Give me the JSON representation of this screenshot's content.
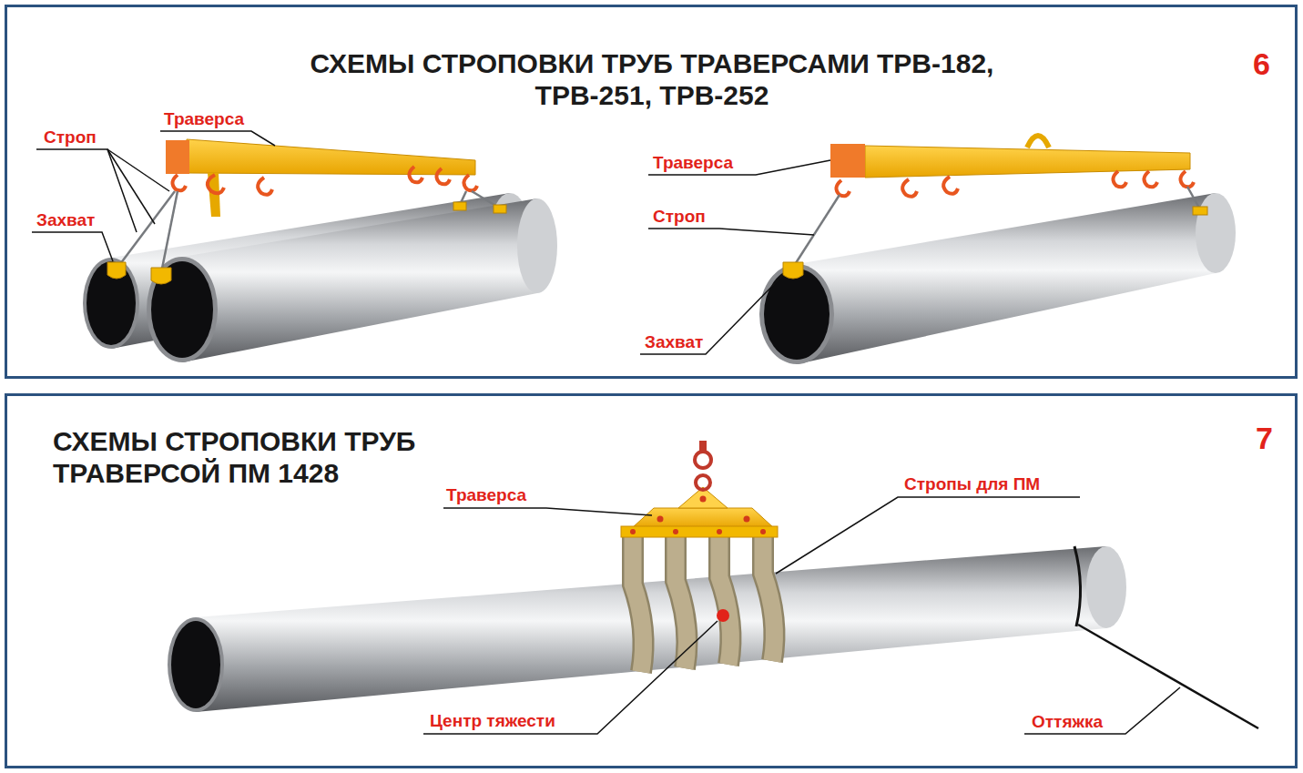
{
  "diagram": {
    "nodes": [
      {
        "text": [
          "СХЕМЫ СТРОПОВКИ ТРУБ ТРАВЕРСАМИ ТРВ-182, ТРВ-251, ТРВ-252",
          "6"
        ]
      },
      {
        "text": [
          "СХЕМЫ СТРОПОВКИ ТРУБ ТРАВЕРСОЙ ПМ 1428",
          "7"
        ]
      }
    ],
    "labels": [
      "Траверса",
      "Строп",
      "Захват",
      "Траверса",
      "Строп",
      "Захват",
      "Траверса",
      "Стропы для ПМ",
      "Центр тяжести",
      "Оттяжка"
    ]
  }
}
